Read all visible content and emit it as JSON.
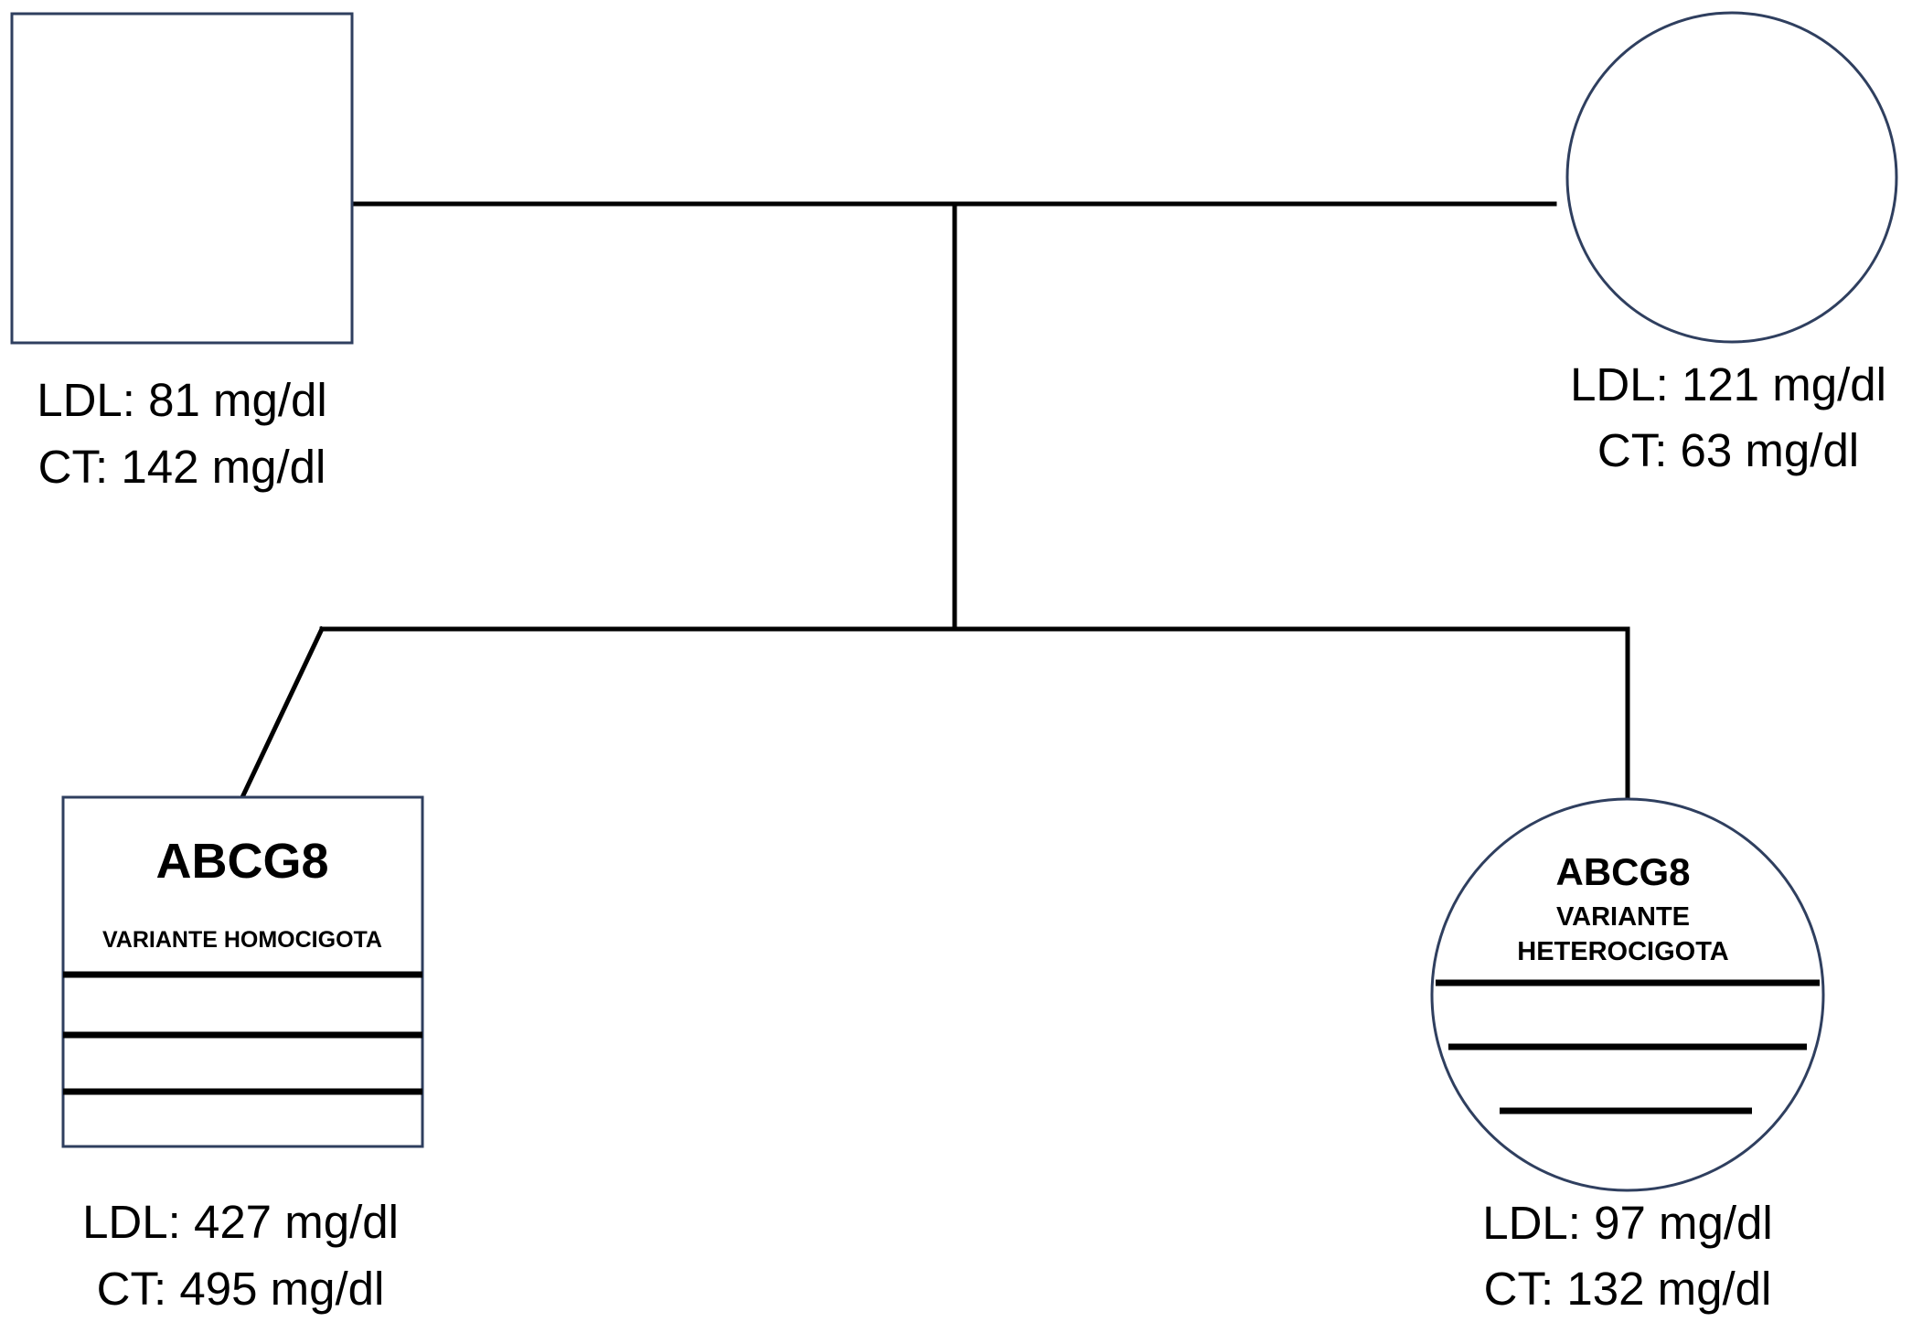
{
  "colors": {
    "symbol_outline": "#2f3f5f",
    "line": "#000000",
    "background": "#ffffff"
  },
  "father": {
    "ldl": "LDL: 81 mg/dl",
    "ct": "CT: 142 mg/dl"
  },
  "mother": {
    "ldl": "LDL: 121 mg/dl",
    "ct": "CT: 63 mg/dl"
  },
  "son": {
    "gene": "ABCG8",
    "variant": "VARIANTE HOMOCIGOTA",
    "ldl": "LDL: 427 mg/dl",
    "ct": "CT: 495 mg/dl"
  },
  "daughter": {
    "gene": "ABCG8",
    "variant_line1": "VARIANTE",
    "variant_line2": "HETEROCIGOTA",
    "ldl": "LDL: 97 mg/dl",
    "ct": "CT: 132 mg/dl"
  }
}
